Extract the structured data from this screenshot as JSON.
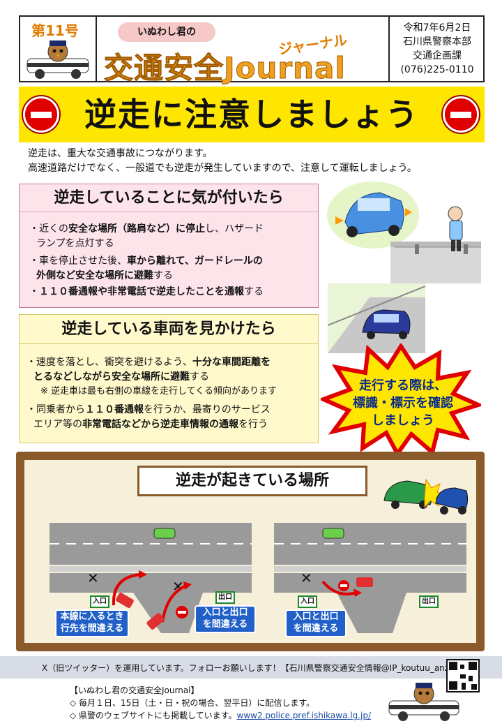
{
  "header": {
    "issue": "第11号",
    "subtitle": "いぬわし君の",
    "title": "交通安全Journal",
    "title_kana": "ジャーナル",
    "date": "令和7年6月2日",
    "org": "石川県警察本部",
    "dept": "交通企画課",
    "phone": "(076)225-0110"
  },
  "banner": {
    "title": "逆走に注意しましょう"
  },
  "intro": {
    "line1": "逆走は、重大な交通事故につながります。",
    "line2": "高速道路だけでなく、一般道でも逆走が発生していますので、注意して運転しましょう。"
  },
  "section1": {
    "heading": "逆走していることに気が付いたら",
    "item1": {
      "a": "・近くの",
      "b": "安全な場所（路肩など）に停止",
      "c": "し、ハザード",
      "d": "ランプを点灯する"
    },
    "item2": {
      "a": "・車を停止させた後、",
      "b": "車から離れて、ガードレールの",
      "c": "外側など安全な場所に避難",
      "d": "する"
    },
    "item3": {
      "a": "・",
      "b": "１１０番通報や非常電話で逆走したことを通報",
      "c": "する"
    }
  },
  "section2": {
    "heading": "逆走している車両を見かけたら",
    "item1": {
      "a": "・速度を落とし、衝突を避けるよう、",
      "b": "十分な車間距離を",
      "c": "とるなどしながら安全な場所に避難",
      "d": "する"
    },
    "note": "※ 逆走車は最も右側の車線を走行してくる傾向があります",
    "item2": {
      "a": "・同乗者から",
      "b": "１１０番通報",
      "c": "を行うか、最寄りのサービス",
      "d": "エリア等の",
      "e": "非常電話などから逆走車情報の通報",
      "f": "を行う"
    }
  },
  "burst": {
    "line1": "走行する際は、",
    "line2": "標識・標示を確認",
    "line3": "しましょう"
  },
  "board": {
    "title": "逆走が起きている場所",
    "left_label1": "本線に入るとき",
    "left_label2": "行先を間違える",
    "left_label3": "入口と出口",
    "left_label4": "を間違える",
    "right_label1": "入口と出口",
    "right_label2": "を間違える",
    "sign_entry": "入口",
    "sign_exit": "出口"
  },
  "footer": {
    "bar_text": "X（旧ツイッター）を運用しています。フォローお願いします！【石川県警察交通安全情報@IP_koutuu_anzen】",
    "note_title": "【いぬわし君の交通安全Journal】",
    "note_line1": "◇ 毎月１日、15日（土・日・祝の場合、翌平日）に配信します。",
    "note_line2": "◇ 県警のウェブサイトにも掲載しています。",
    "url": "www2.police.pref.ishikawa.lg.jp/"
  },
  "colors": {
    "banner": "#ffe600",
    "section1_bg": "#fde4ea",
    "section2_bg": "#fff9cc",
    "board_frame": "#8a5a2a",
    "accent_red": "#e00000"
  }
}
